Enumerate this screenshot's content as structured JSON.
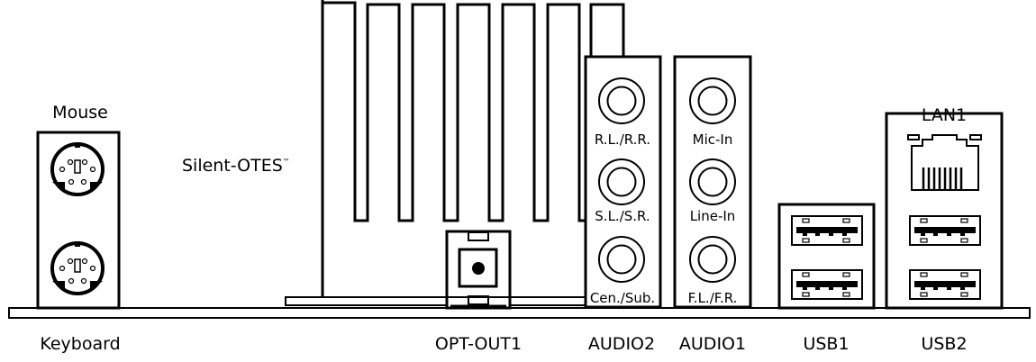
{
  "labels": {
    "mouse": "Mouse",
    "keyboard": "Keyboard",
    "silent_otes": "Silent-OTES",
    "trademark": "TM",
    "opt_out": "OPT-OUT1",
    "audio2": "AUDIO2",
    "audio1": "AUDIO1",
    "usb1": "USB1",
    "usb2": "USB2",
    "lan1": "LAN1"
  },
  "audio2_jacks": [
    "R.L./R.R.",
    "S.L./S.R.",
    "Cen./Sub."
  ],
  "audio1_jacks": [
    "Mic-In",
    "Line-In",
    "F.L./F.R."
  ]
}
